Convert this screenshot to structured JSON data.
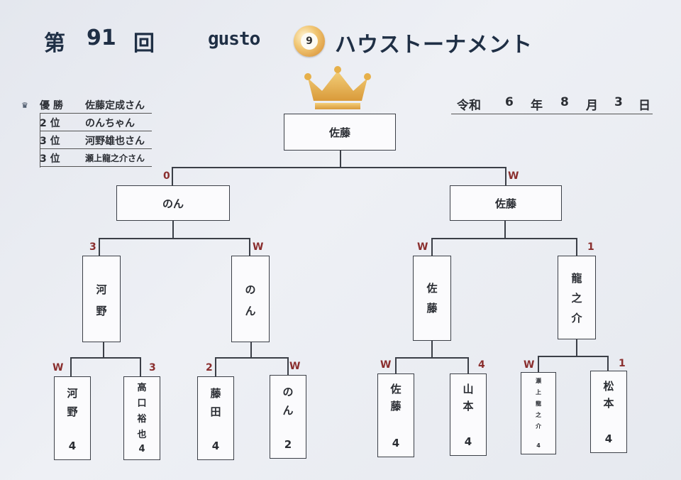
{
  "title": {
    "dai": "第",
    "number": "91",
    "kai": "回",
    "brand": "gusto",
    "ball_number": "9",
    "event": "ハウストーナメント"
  },
  "results": [
    {
      "rank": "優 勝",
      "name": "佐藤定成さん"
    },
    {
      "rank": "2 位",
      "name": "のんちゃん"
    },
    {
      "rank": "3 位",
      "name": "河野雄也さん"
    },
    {
      "rank": "3 位",
      "name": "瀬上龍之介さん"
    }
  ],
  "date": {
    "era": "令和",
    "year": "6",
    "year_unit": "年",
    "month": "8",
    "month_unit": "月",
    "day": "3",
    "day_unit": "日"
  },
  "bracket": {
    "champion": "佐藤",
    "final": {
      "left": {
        "name": "のん",
        "mark": "0"
      },
      "right": {
        "name": "佐藤",
        "mark": "W"
      }
    },
    "semis": [
      {
        "name": [
          "河",
          "野"
        ],
        "mark": "3"
      },
      {
        "name": [
          "の",
          "ん"
        ],
        "mark": "W"
      },
      {
        "name": [
          "佐",
          "藤"
        ],
        "mark": "W"
      },
      {
        "name": [
          "龍",
          "之",
          "介"
        ],
        "mark": "1"
      }
    ],
    "first_round": [
      {
        "name": [
          "河",
          "野"
        ],
        "score": "4",
        "mark": "W"
      },
      {
        "name": [
          "高",
          "口",
          "裕",
          "也"
        ],
        "score": "4",
        "mark": "3"
      },
      {
        "name": [
          "藤",
          "田"
        ],
        "score": "4",
        "mark": "2"
      },
      {
        "name": [
          "の",
          "ん"
        ],
        "score": "2",
        "mark": "W"
      },
      {
        "name": [
          "佐",
          "藤"
        ],
        "score": "4",
        "mark": "W"
      },
      {
        "name": [
          "山",
          "本"
        ],
        "score": "4",
        "mark": "4"
      },
      {
        "name": [
          "瀬",
          "上",
          "龍",
          "之",
          "介"
        ],
        "score": "4",
        "mark": "W"
      },
      {
        "name": [
          "松",
          "本"
        ],
        "score": "4",
        "mark": "1"
      }
    ]
  },
  "colors": {
    "title": "#1f2f45",
    "mark": "#8a2e2e",
    "crown": "#e6b04a"
  }
}
